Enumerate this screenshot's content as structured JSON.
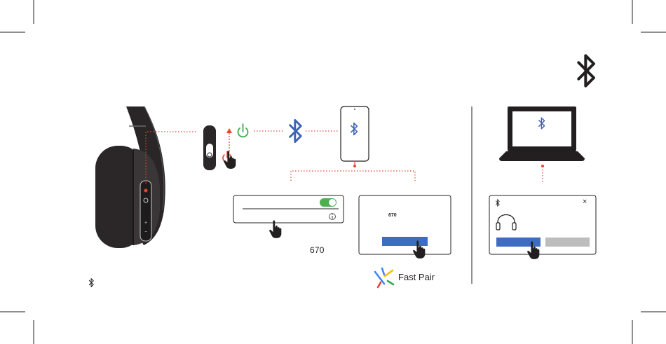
{
  "colors": {
    "ink": "#231f20",
    "accent_red": "#e04a2b",
    "power_green": "#3fae49",
    "bluetooth_blue": "#3b64b5",
    "toggle_green": "#4caf50",
    "button_blue": "#3d6cc0",
    "button_gray": "#bdbdbd"
  },
  "icons": {
    "header": "bluetooth-icon",
    "power": "power-icon",
    "arrow": "arrow-up-icon",
    "hand": "pointing-hand-icon",
    "headphones": "headphones-icon",
    "close": "close-icon",
    "info": "info-icon",
    "fast_pair_logo": "google-fast-pair-logo"
  },
  "settings_panel": {
    "toggle_state": "on"
  },
  "fast_pair_popup": {
    "device_code": "670"
  },
  "caption": {
    "device_code": "670"
  },
  "fast_pair": {
    "label": "Fast Pair"
  },
  "pc_popup": {
    "close_glyph": "×"
  }
}
